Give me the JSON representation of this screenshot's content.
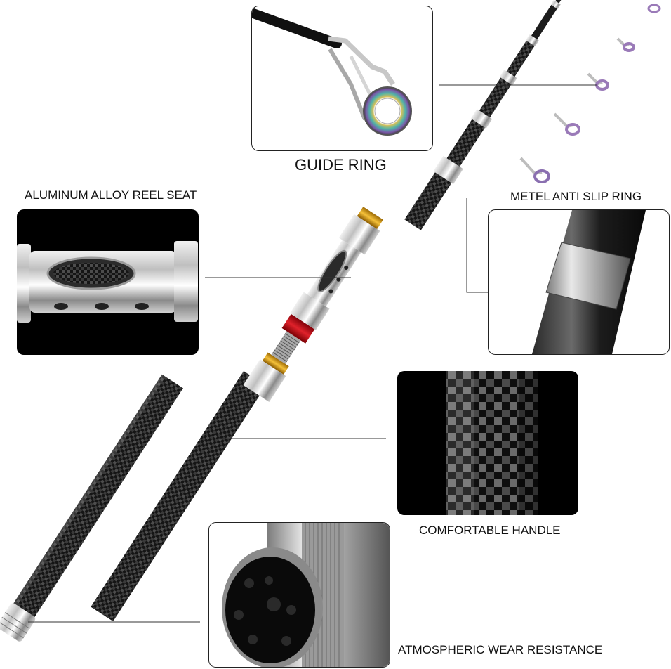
{
  "labels": {
    "guide_ring": "GUIDE RING",
    "reel_seat": "ALUMINUM  ALLOY REEL SEAT",
    "anti_slip_ring": "METEL  ANTI SLIP  RING",
    "handle": "COMFORTABLE HANDLE",
    "wear_resistance": "ATMOSPHERIC WEAR RESISTANCE"
  },
  "colors": {
    "background": "#ffffff",
    "carbon_dark": "#1a1a1a",
    "carbon_light": "#5a5a5a",
    "silver": "#c9c9c9",
    "gold_ring": "#d9a21b",
    "red_ring": "#c8141c",
    "guide_ring_iridescent": "#7ac0b8",
    "panel_black": "#000000"
  }
}
